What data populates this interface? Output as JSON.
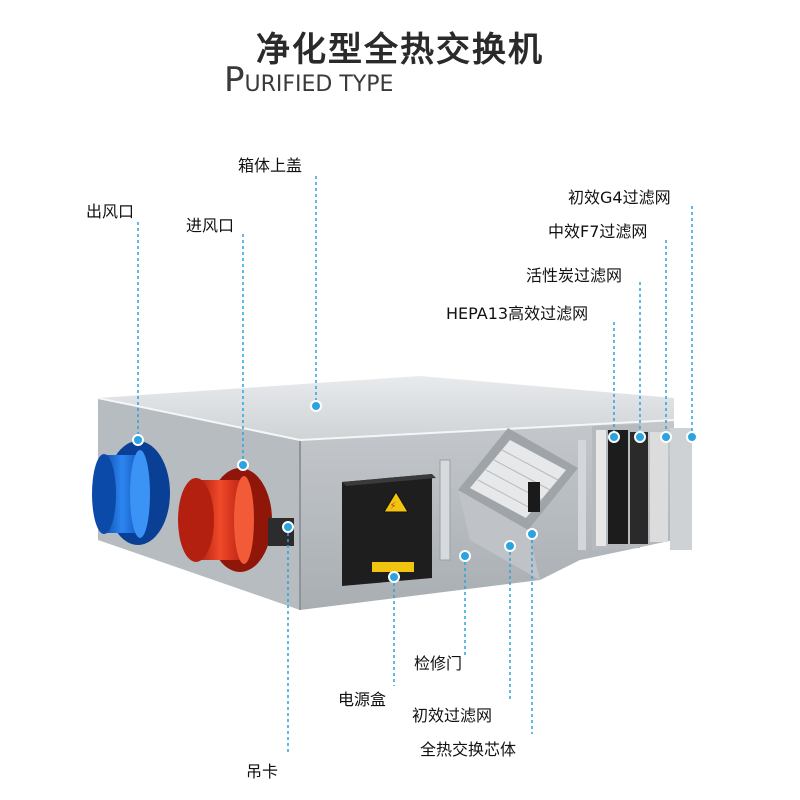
{
  "header": {
    "title": "净化型全热交换机",
    "subtitle_initial": "P",
    "subtitle_rest": "URIFIED TYPE"
  },
  "labels": {
    "top_cover": "箱体上盖",
    "outlet": "出风口",
    "inlet": "进风口",
    "filter_g4": "初效G4过滤网",
    "filter_f7": "中效F7过滤网",
    "filter_carbon": "活性炭过滤网",
    "filter_hepa": "HEPA13高效过滤网",
    "access_door": "检修门",
    "power_box": "电源盒",
    "primary_filter": "初效过滤网",
    "heat_core": "全热交换芯体",
    "hanger": "吊卡"
  },
  "colors": {
    "accent_blue": "#1f6fd6",
    "accent_red": "#d9301c",
    "leader_line": "#2aa3e0",
    "casing": "#c9cdd1"
  }
}
